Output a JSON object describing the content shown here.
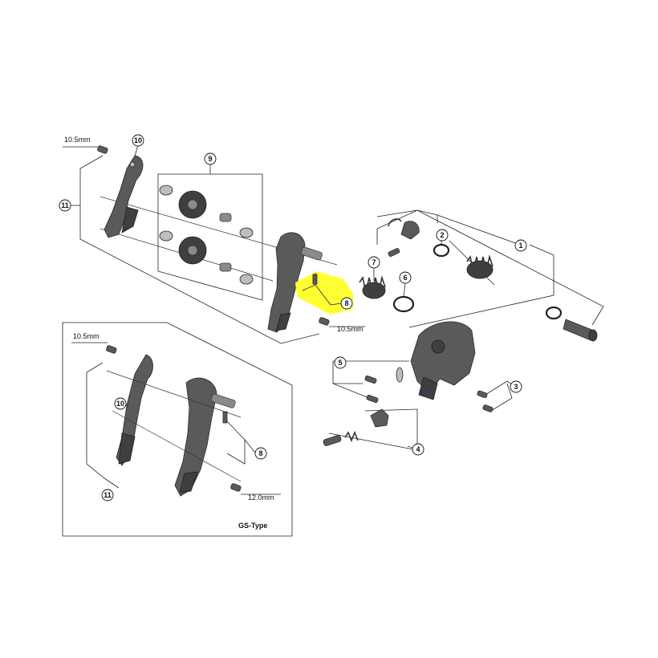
{
  "labels": {
    "size_top_left": "10.5mm",
    "size_main_bolt": "10.5mm",
    "size_gs_top": "10.5mm",
    "size_gs_bolt": "12.0mm",
    "gs_type": "GS-Type"
  },
  "callouts": {
    "c1": "1",
    "c2": "2",
    "c3": "3",
    "c4": "4",
    "c5": "5",
    "c6": "6",
    "c7": "7",
    "c8": "8",
    "c9": "9",
    "c10": "10",
    "c11": "11",
    "gs_c8": "8",
    "gs_c10": "10",
    "gs_c11": "11"
  },
  "highlight": {
    "part": "8",
    "color": "#ffff33"
  },
  "colors": {
    "part_body": "#5a5a5a",
    "part_dark": "#3f3f3f",
    "washer": "#bdbdbd"
  }
}
